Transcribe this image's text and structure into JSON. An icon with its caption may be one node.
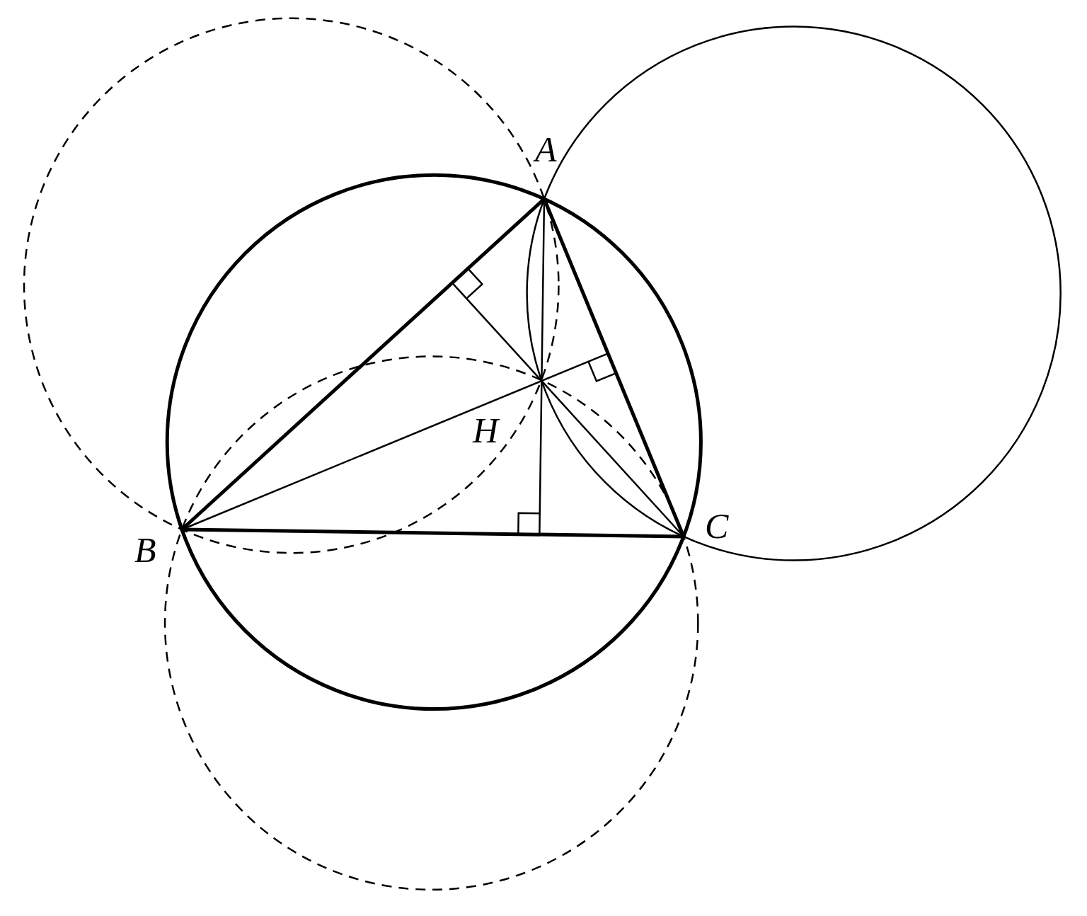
{
  "diagram": {
    "nodes": [
      {
        "text": [
          "A"
        ]
      },
      {
        "text": [
          "B"
        ]
      },
      {
        "text": [
          "C"
        ]
      }
    ],
    "edges": [
      {
        "from": 0,
        "to": 1,
        "arrow": "none"
      },
      {
        "from": 1,
        "to": 2,
        "arrow": "none"
      },
      {
        "from": 2,
        "to": 0,
        "arrow": "none"
      }
    ],
    "labels": [
      "H"
    ]
  }
}
